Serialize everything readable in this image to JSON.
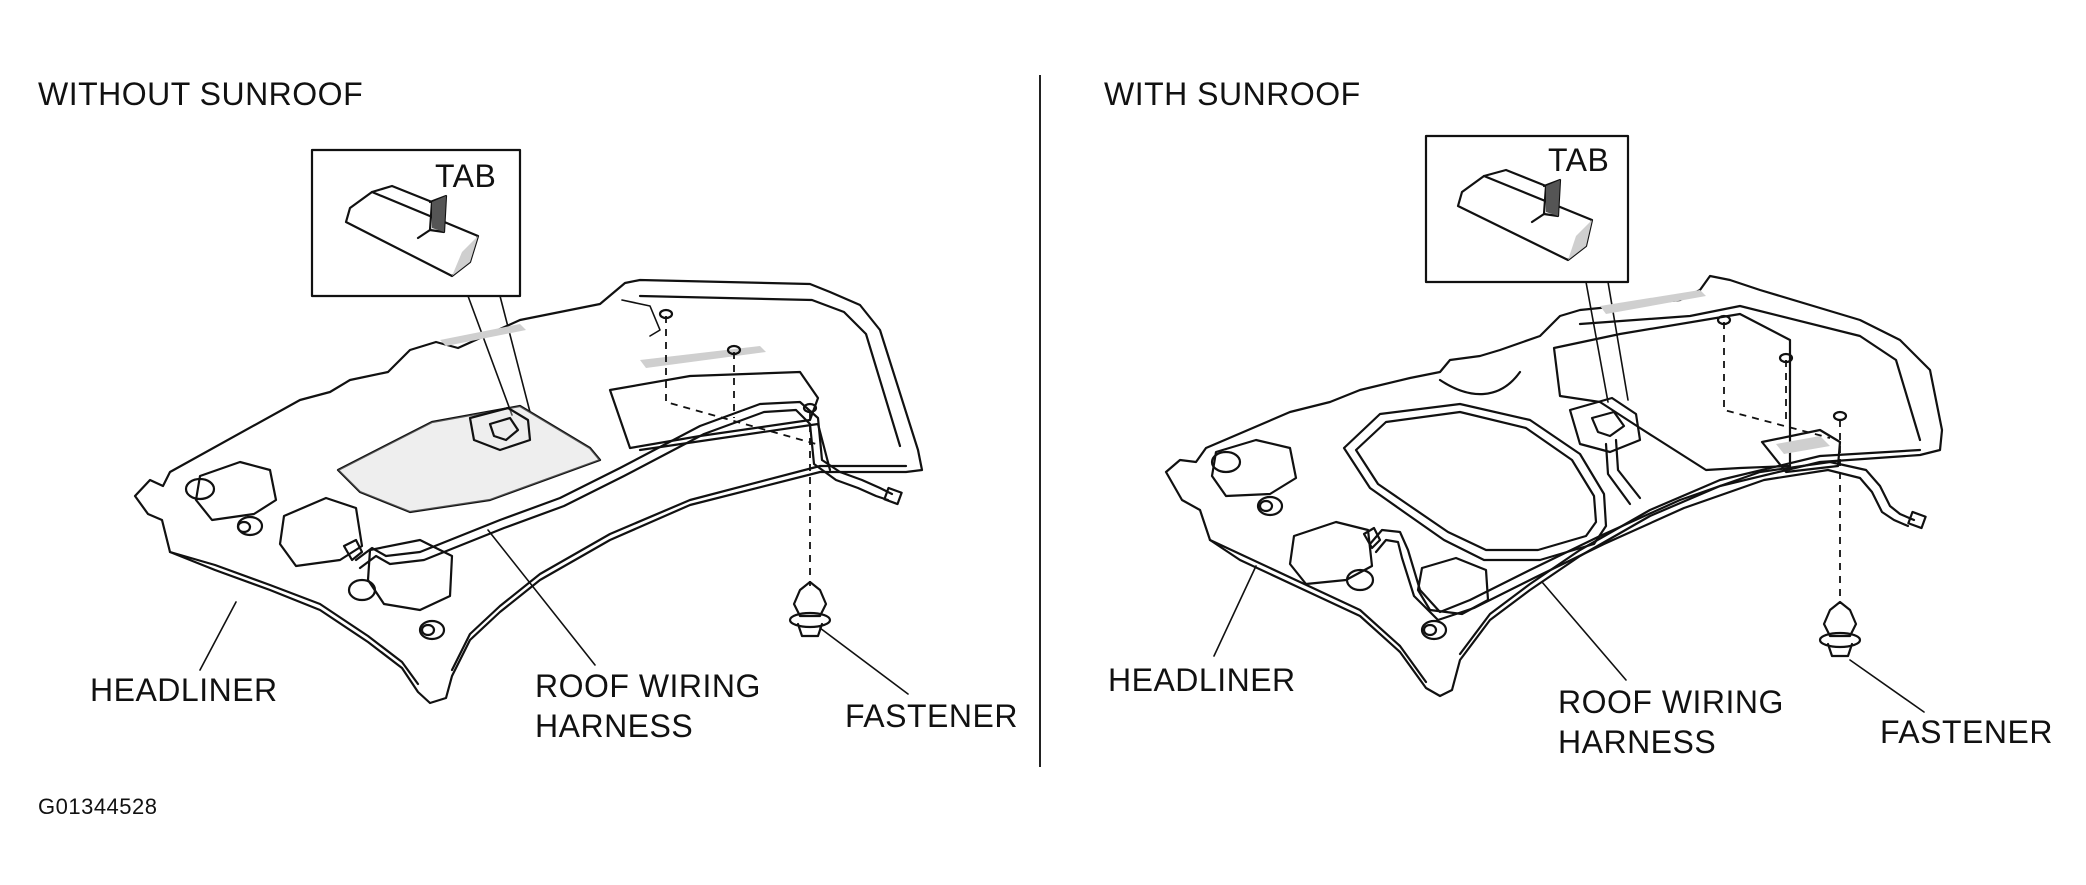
{
  "panels": {
    "left": {
      "title": "WITHOUT SUNROOF",
      "inset_label": "TAB",
      "headliner_label": "HEADLINER",
      "harness_label_line1": "ROOF WIRING",
      "harness_label_line2": "HARNESS",
      "fastener_label": "FASTENER"
    },
    "right": {
      "title": "WITH SUNROOF",
      "inset_label": "TAB",
      "headliner_label": "HEADLINER",
      "harness_label_line1": "ROOF WIRING",
      "harness_label_line2": "HARNESS",
      "fastener_label": "FASTENER"
    }
  },
  "figure_code": "G01344528"
}
